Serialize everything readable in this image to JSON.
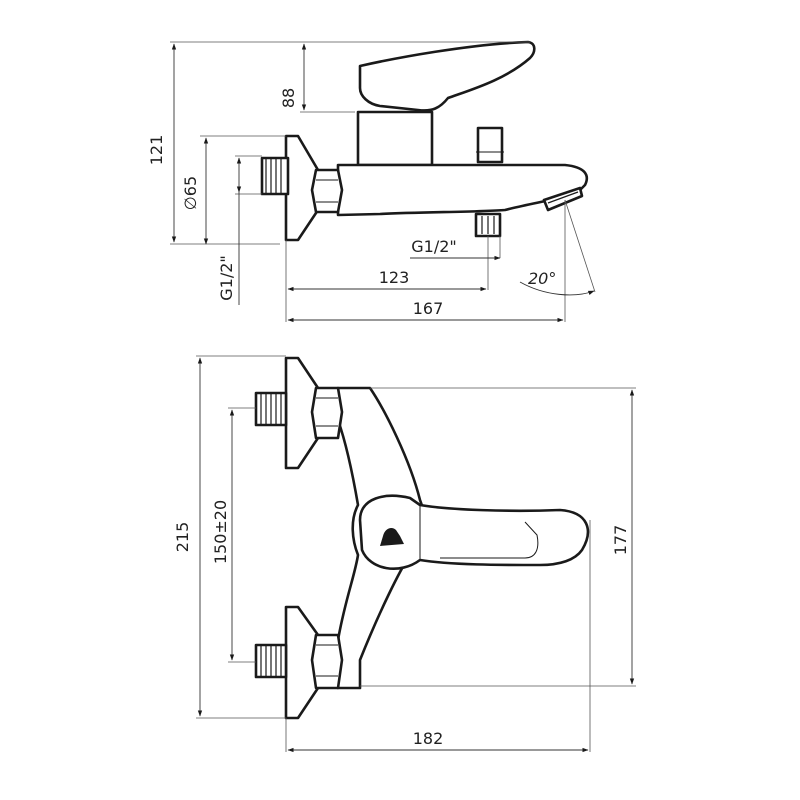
{
  "drawing": {
    "side_view": {
      "dim_overall_height": "121",
      "dim_handle_height": "88",
      "dim_diameter": "∅65",
      "dim_inlet_thread": "G1/2\"",
      "dim_outlet_thread": "G1/2\"",
      "dim_spout_length": "123",
      "dim_overall_length": "167",
      "dim_spout_angle": "20°"
    },
    "top_view": {
      "dim_overall_width": "215",
      "dim_inlet_spacing": "150±20",
      "dim_body_width": "177",
      "dim_overall_depth": "182"
    }
  }
}
